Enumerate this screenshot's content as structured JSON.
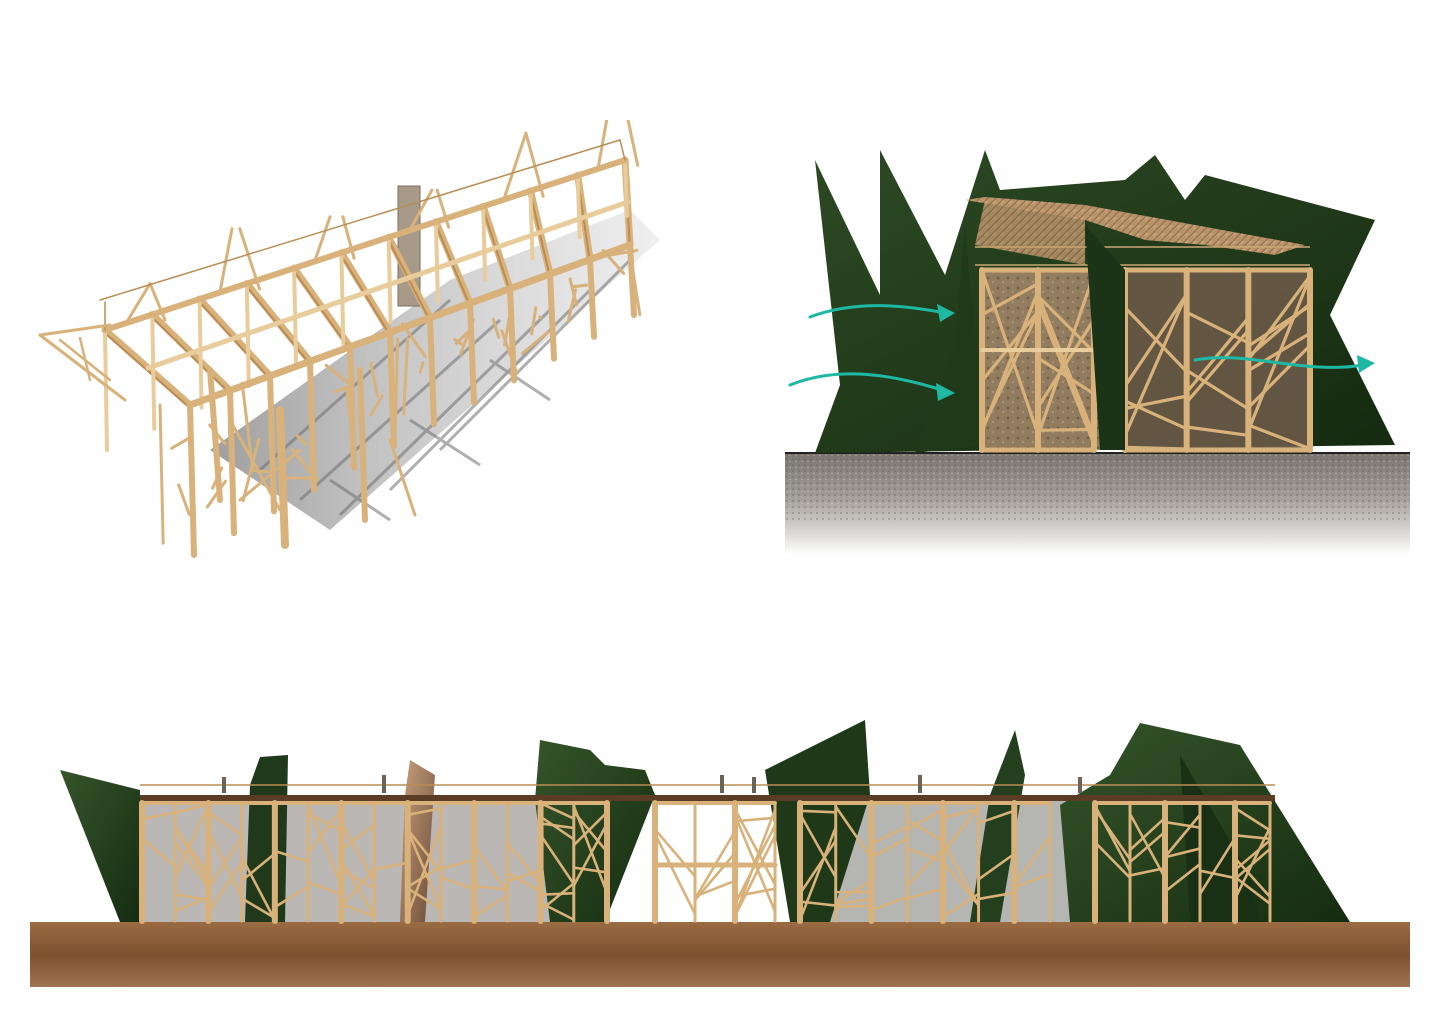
{
  "board": {
    "background": "#ffffff",
    "panels": [
      {
        "name": "axonometric-frame-view",
        "caption": ""
      },
      {
        "name": "cross-section-view",
        "caption": ""
      },
      {
        "name": "long-elevation-view",
        "caption": ""
      }
    ]
  },
  "colors": {
    "timber": "#d8b27a",
    "timber_dark": "#b98d55",
    "timber_light": "#e9cc9c",
    "moss": "#24401f",
    "moss_dark": "#14260f",
    "moss_light": "#3e5e2d",
    "airflow_arrow": "#1fb8a4",
    "ground_brown": "#8a5a34",
    "ground_gravel": "#8c8680",
    "roof_straw": "#b9946b",
    "shadow": "#8f8f8f"
  },
  "icons": {
    "airflow": "arrow-right-icon"
  }
}
